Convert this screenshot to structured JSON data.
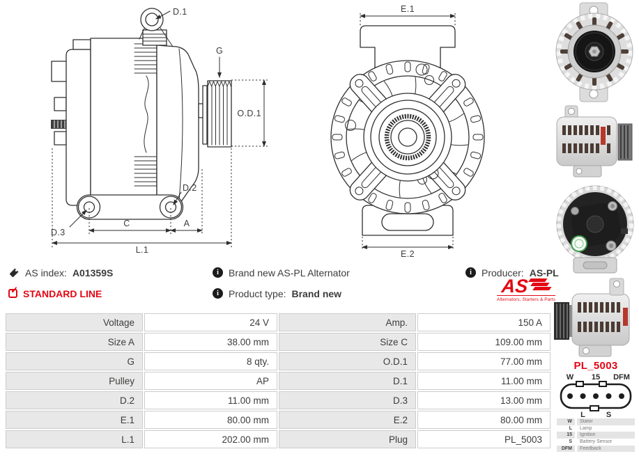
{
  "info": {
    "as_index_label": "AS index:",
    "as_index_value": "A01359S",
    "standard_line": "STANDARD LINE",
    "brand_new_text": "Brand new AS-PL Alternator",
    "product_type_label": "Product type:",
    "product_type_value": "Brand new",
    "producer_label": "Producer:",
    "producer_value": "AS-PL",
    "logo_as": "AS",
    "logo_sub": "Alternators, Starters & Parts"
  },
  "icons": {
    "info_glyph": "i",
    "check_glyph": "✓"
  },
  "drawings": {
    "side_view": {
      "d1": "D.1",
      "g": "G",
      "od1": "O.D.1",
      "d2": "D.2",
      "d3": "D.3",
      "c": "C",
      "a": "A",
      "l1": "L.1"
    },
    "front_view": {
      "e1": "E.1",
      "e2": "E.2"
    }
  },
  "specs": {
    "rows": [
      {
        "l1": "Voltage",
        "v1": "24 V",
        "l2": "Amp.",
        "v2": "150 A"
      },
      {
        "l1": "Size A",
        "v1": "38.00 mm",
        "l2": "Size C",
        "v2": "109.00 mm"
      },
      {
        "l1": "G",
        "v1": "8 qty.",
        "l2": "O.D.1",
        "v2": "77.00 mm"
      },
      {
        "l1": "Pulley",
        "v1": "AP",
        "l2": "D.1",
        "v2": "11.00 mm"
      },
      {
        "l1": "D.2",
        "v1": "11.00 mm",
        "l2": "D.3",
        "v2": "13.00 mm"
      },
      {
        "l1": "E.1",
        "v1": "80.00 mm",
        "l2": "E.2",
        "v2": "80.00 mm"
      },
      {
        "l1": "L.1",
        "v1": "202.00 mm",
        "l2": "Plug",
        "v2": "PL_5003"
      }
    ]
  },
  "plug": {
    "name": "PL_5003",
    "pin_labels_top": [
      "W",
      "15",
      "DFM"
    ],
    "pin_labels_bottom": [
      "L",
      "S"
    ],
    "legend": [
      {
        "pin": "W",
        "desc": "Stator"
      },
      {
        "pin": "L",
        "desc": "Lamp"
      },
      {
        "pin": "15",
        "desc": "Ignition"
      },
      {
        "pin": "S",
        "desc": "Battery Sensor"
      },
      {
        "pin": "DFM",
        "desc": "Feedback"
      }
    ]
  },
  "colors": {
    "brand_red": "#e30613",
    "table_label_bg": "#e8e8e8",
    "table_border": "#cccccc",
    "text": "#3c3c3b"
  }
}
